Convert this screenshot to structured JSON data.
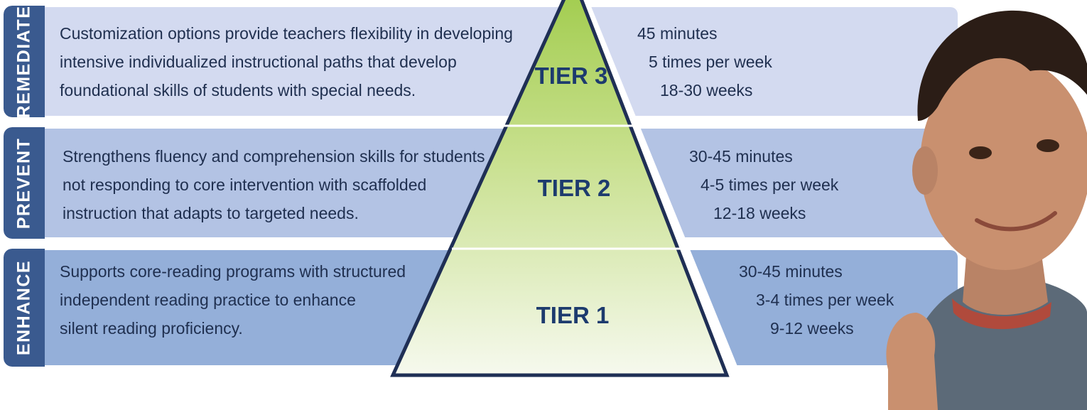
{
  "tiers": [
    {
      "category": "REMEDIATE",
      "tier": "TIER 3",
      "description": [
        "Customization options provide teachers flexibility in developing",
        "intensive individualized instructional paths that develop",
        "foundational skills of students with special needs."
      ],
      "schedule": [
        "45 minutes",
        "5 times per week",
        "18-30 weeks"
      ]
    },
    {
      "category": "PREVENT",
      "tier": "TIER 2",
      "description": [
        "Strengthens fluency and comprehension skills for students",
        "not responding to core intervention with scaffolded",
        "instruction that adapts to targeted needs."
      ],
      "schedule": [
        "30-45 minutes",
        "4-5 times per week",
        "12-18 weeks"
      ]
    },
    {
      "category": "ENHANCE",
      "tier": "TIER 1",
      "description": [
        "Supports core-reading programs with structured",
        "independent reading practice to enhance",
        "silent reading proficiency."
      ],
      "schedule": [
        "30-45 minutes",
        "3-4 times per week",
        "9-12 weeks"
      ]
    }
  ],
  "colors": {
    "tab": "#3a5a8f",
    "band_remediate": "#d3daf0",
    "band_prevent": "#b3c3e4",
    "band_enhance": "#94afd9",
    "pyramid_top": "#9fcb4a",
    "pyramid_bottom": "#f6f9ee",
    "outline": "#1f2f55",
    "tier_text": "#1d3b6e"
  },
  "photo": {
    "subject": "smiling student with thumbs up",
    "icon": "student-photo-icon"
  }
}
